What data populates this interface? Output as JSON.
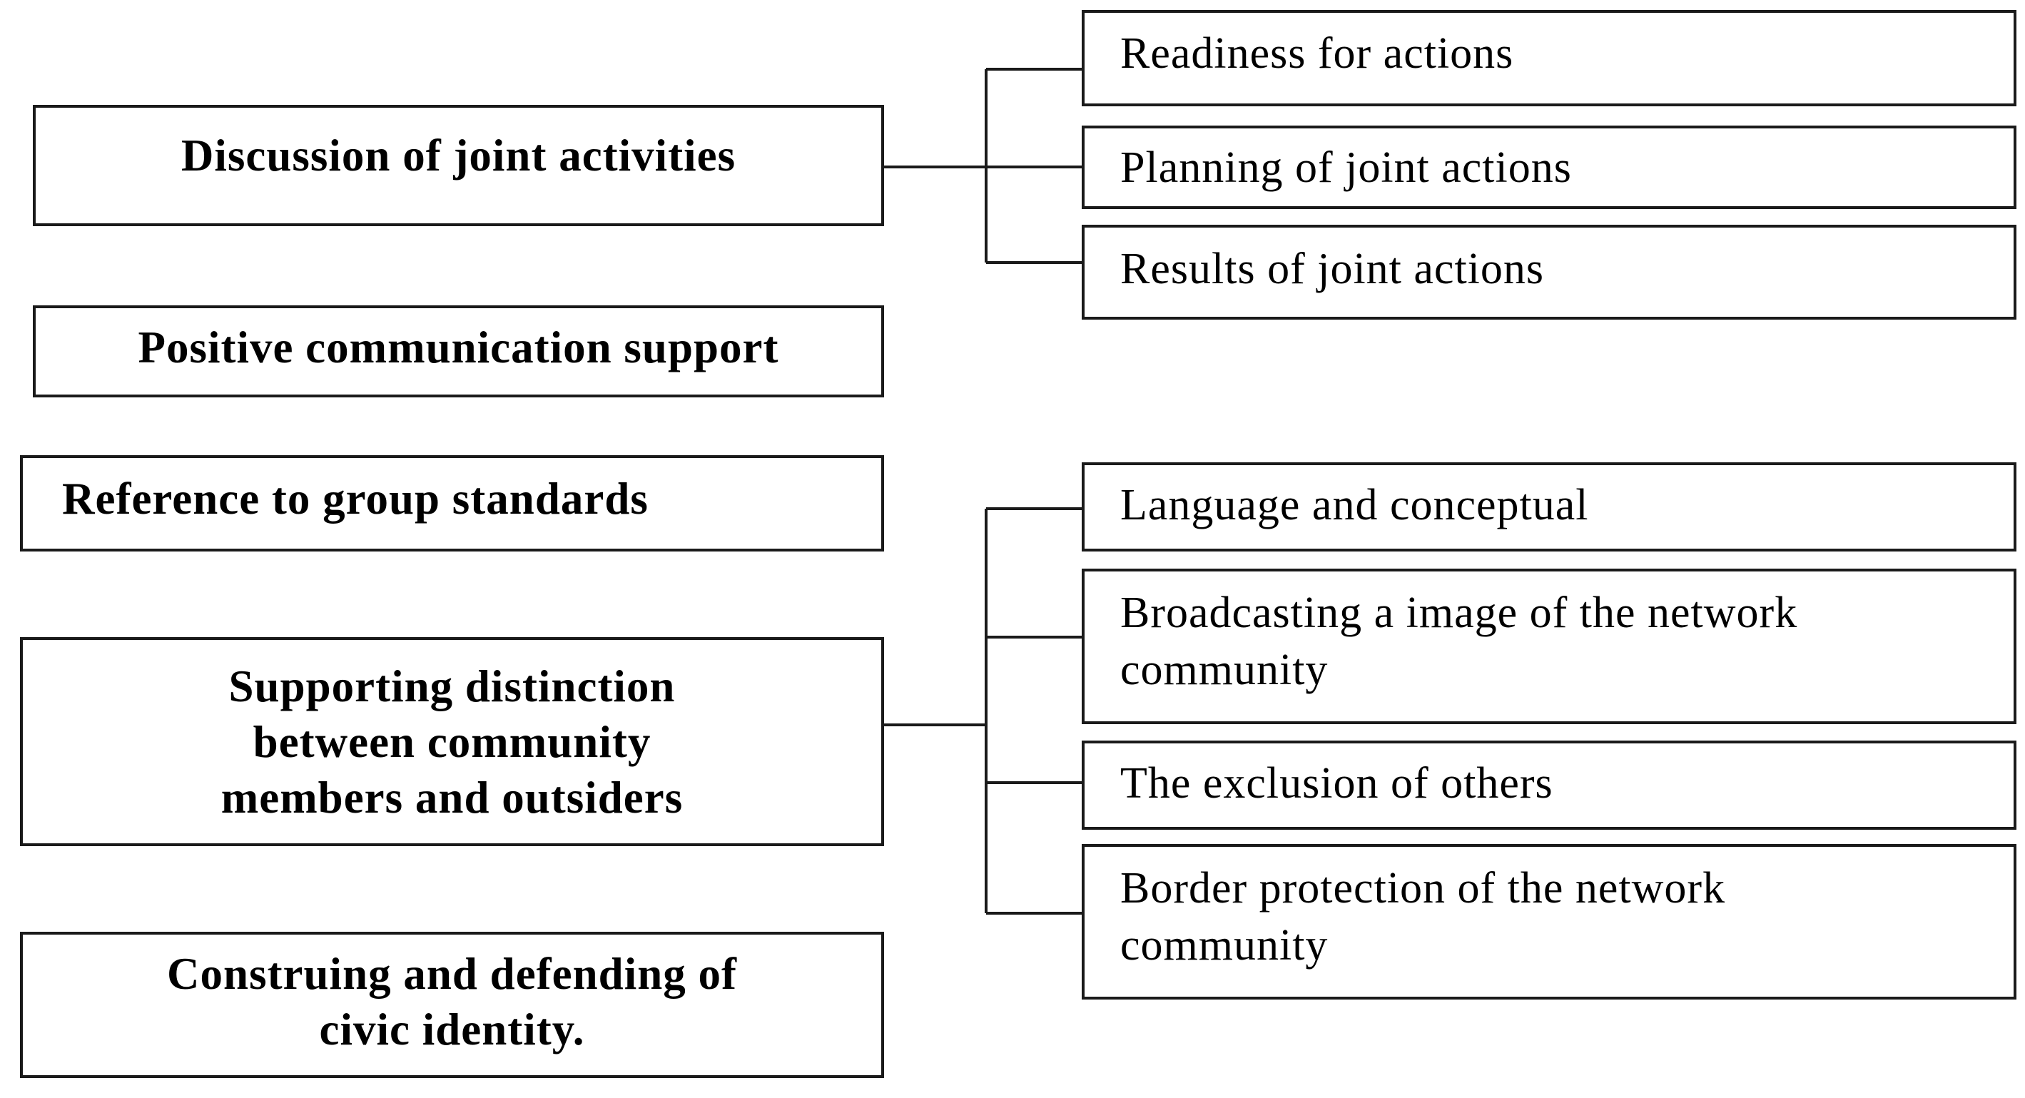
{
  "left_items": [
    {
      "label": "Discussion of joint activities"
    },
    {
      "label": "Positive communication support"
    },
    {
      "label": "Reference to group standards"
    },
    {
      "label": "Supporting distinction between community members and outsiders"
    },
    {
      "label": "Construing and defending of civic identity."
    }
  ],
  "right_items": [
    {
      "label": "Readiness for actions"
    },
    {
      "label": "Planning of joint actions"
    },
    {
      "label": "Results of joint actions"
    },
    {
      "label": "Language and conceptual"
    },
    {
      "label": "Broadcasting a image of the network community"
    },
    {
      "label": "The exclusion of others"
    },
    {
      "label": "Border protection of the network community"
    }
  ]
}
